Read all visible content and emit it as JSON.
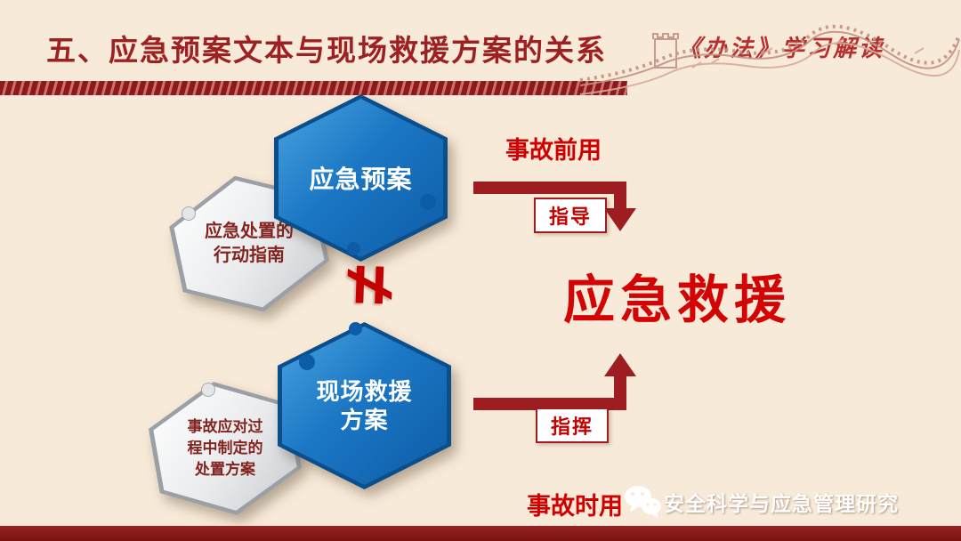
{
  "header": {
    "title": "五、应急预案文本与现场救援方案的关系",
    "corner_note": "《办法》学习解读"
  },
  "diagram": {
    "hex_top_label": "应急预案",
    "hex_top_note": "应急处置的行动指南",
    "hex_bottom_label": "现场救援\n方案",
    "hex_bottom_note": "事故应对过程中制定的处置方案",
    "not_equal_symbol": "≠",
    "top_flow_label": "事故前用",
    "bottom_flow_label": "事故时用",
    "guide_box_label": "指导",
    "command_box_label": "指挥",
    "result_text": "应急救援"
  },
  "footer": {
    "watermark_text": "安全科学与应急管理研究"
  },
  "colors": {
    "background": "#f8ead8",
    "title_red": "#9d2123",
    "arrow_red": "#9e1d20",
    "bright_red": "#d40404",
    "hex_blue": "#1b77c4",
    "hex_gray": "#e9ebed",
    "bottom_bar": "#8a1619"
  }
}
